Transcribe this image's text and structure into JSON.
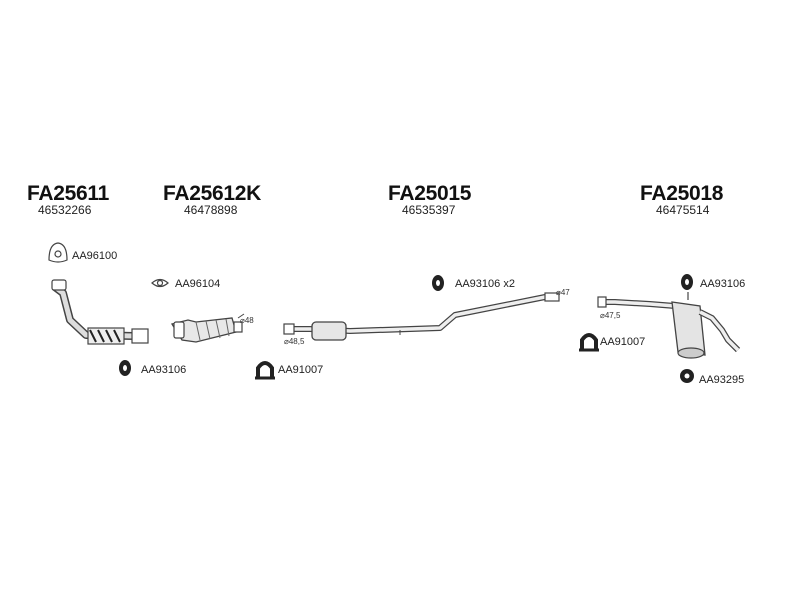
{
  "groups": [
    {
      "code": "FA25611",
      "oem": "46532266"
    },
    {
      "code": "FA25612K",
      "oem": "46478898"
    },
    {
      "code": "FA25015",
      "oem": "46535397"
    },
    {
      "code": "FA25018",
      "oem": "46475514"
    }
  ],
  "accessories": {
    "aa96100": "AA96100",
    "aa96104": "AA96104",
    "aa93106_a": "AA93106",
    "aa91007_a": "AA91007",
    "aa93106_x2": "AA93106 x2",
    "aa93106_b": "AA93106",
    "aa91007_b": "AA91007",
    "aa93295": "AA93295"
  },
  "diameters": {
    "d48": "⌀48",
    "d48_5": "⌀48,5",
    "d47": "⌀47",
    "d47_5": "⌀47,5"
  },
  "colors": {
    "line": "#444444",
    "fill": "#dddddd",
    "dark": "#222222"
  }
}
